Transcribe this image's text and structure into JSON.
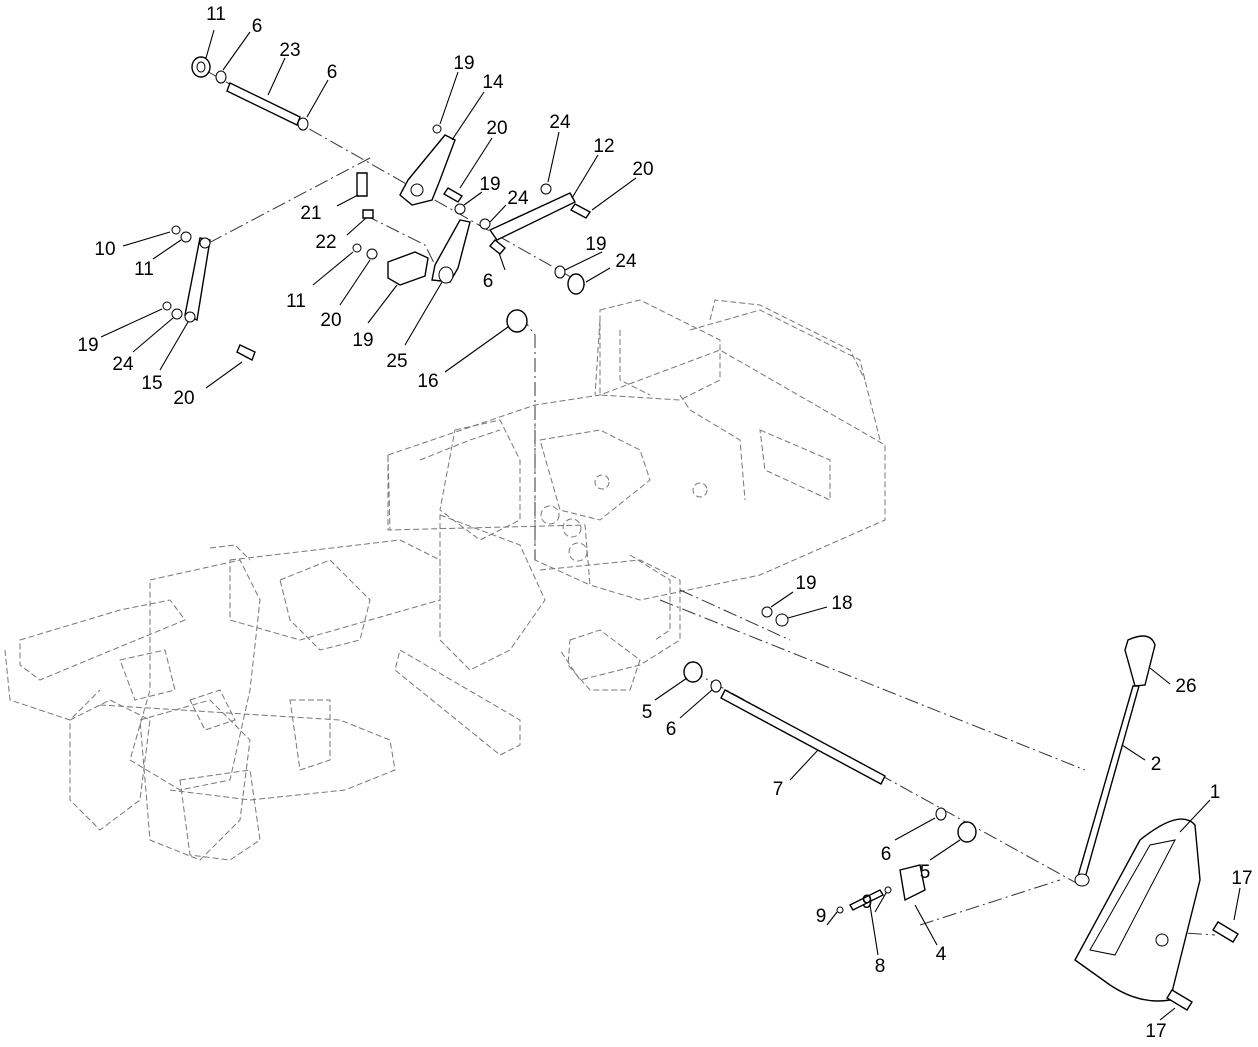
{
  "diagram": {
    "callouts": [
      {
        "label": "11"
      },
      {
        "label": "6"
      },
      {
        "label": "23"
      },
      {
        "label": "6"
      },
      {
        "label": "19"
      },
      {
        "label": "14"
      },
      {
        "label": "20"
      },
      {
        "label": "24"
      },
      {
        "label": "12"
      },
      {
        "label": "20"
      },
      {
        "label": "19"
      },
      {
        "label": "24"
      },
      {
        "label": "21"
      },
      {
        "label": "22"
      },
      {
        "label": "19"
      },
      {
        "label": "24"
      },
      {
        "label": "6"
      },
      {
        "label": "11"
      },
      {
        "label": "20"
      },
      {
        "label": "19"
      },
      {
        "label": "25"
      },
      {
        "label": "16"
      },
      {
        "label": "10"
      },
      {
        "label": "11"
      },
      {
        "label": "19"
      },
      {
        "label": "24"
      },
      {
        "label": "15"
      },
      {
        "label": "20"
      },
      {
        "label": "19"
      },
      {
        "label": "18"
      },
      {
        "label": "26"
      },
      {
        "label": "5"
      },
      {
        "label": "6"
      },
      {
        "label": "7"
      },
      {
        "label": "2"
      },
      {
        "label": "1"
      },
      {
        "label": "6"
      },
      {
        "label": "5"
      },
      {
        "label": "17"
      },
      {
        "label": "9"
      },
      {
        "label": "9"
      },
      {
        "label": "4"
      },
      {
        "label": "8"
      },
      {
        "label": "17"
      }
    ]
  }
}
